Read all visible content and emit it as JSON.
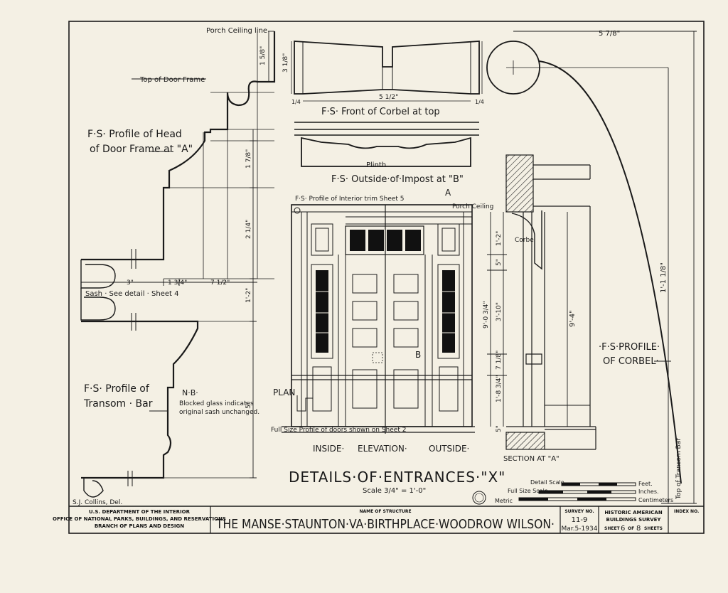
{
  "labels": {
    "porch_ceiling_line": "Porch Ceiling line",
    "top_of_door_frame": "Top of Door Frame",
    "profile_head_1": "F·S· Profile of Head",
    "profile_head_2": "of Door Frame at \"A\"",
    "sash_note": "Sash · See detail · Sheet 4",
    "profile_transom_1": "F·S· Profile of",
    "profile_transom_2": "Transom · Bar",
    "nb_title": "N·B·",
    "nb_line1": "Blocked glass indicates",
    "nb_line2": "original sash unchanged.",
    "front_of_corbel": "F·S· Front of Corbel at top",
    "plinth": "Plinth",
    "outside_impost": "F·S· Outside·of·Impost at \"B\"",
    "interior_trim": "F·S· Profile of Interior trim Sheet 5",
    "mark_a": "A",
    "mark_b": "B",
    "porch_ceiling": "Porch Ceiling",
    "corbel": "Corbel",
    "plan": "PLAN",
    "full_size_doors": "Full Size Profile of doors shown on Sheet 2",
    "inside": "INSIDE·",
    "elevation": "ELEVATION·",
    "outside": "OUTSIDE·",
    "section_at_a": "SECTION AT \"A\"",
    "profile_corbel_1": "·F·S·PROFILE·",
    "profile_corbel_2": "OF CORBEL·",
    "top_of_transom_bar": "Top of Transom Bar",
    "title": "DETAILS·OF·ENTRANCES·\"X\"",
    "scale": "Scale 3/4\" = 1'-0\"",
    "detail_scale": "Detail Scale",
    "full_size_scale": "Full Size Scale",
    "metric": "Metric",
    "feet": "Feet.",
    "inches": "Inches.",
    "centimeters": "Centimeters",
    "delineator": "S.J. Collins, Del."
  },
  "dimensions": {
    "d_1_5_8": "1 5/8\"",
    "d_3": "3\"",
    "d_1_3_4": "1 3/4\"",
    "d_7_1_2": "7 1/2\"",
    "d_1_2": "1'-2\"",
    "d_5": "5\"",
    "d_2_1_4": "2 1/4\"",
    "d_1_7_8": "1 7/8\"",
    "d_5_1_2": "5 1/2\"",
    "d_1_4a": "1/4",
    "d_1_4b": "1/4",
    "d_3_1_8": "3 1/8\"",
    "d_5_7_8": "5 7/8\"",
    "d_1_1_8": "1'-1 1/8\"",
    "d_9_4": "9'-4\"",
    "d_9_0_3_4": "9'-0 3/4\"",
    "d_1_2b": "1'-2\"",
    "d_5b": "5\"",
    "d_3_10": "3'-10\"",
    "d_1_8_3_4": "1'-8 3/4\"",
    "d_5c": "5\"",
    "d_7_1_8": "7 1/8\""
  },
  "title_block": {
    "dept_line1": "U.S. DEPARTMENT OF THE INTERIOR",
    "dept_line2": "OFFICE OF NATIONAL PARKS, BUILDINGS, AND RESERVATIONS",
    "dept_line3": "BRANCH OF PLANS AND DESIGN",
    "name_label": "NAME OF STRUCTURE",
    "structure_name": "THE MANSE·STAUNTON·VA·BIRTHPLACE·WOODROW WILSON·",
    "survey_label": "SURVEY NO.",
    "survey_no": "11-9",
    "date": "Mar.5-1934",
    "habs_line1": "HISTORIC AMERICAN",
    "habs_line2": "BUILDINGS SURVEY",
    "sheet_prefix": "SHEET",
    "sheet_no": "6",
    "sheet_of": "OF",
    "sheet_total": "8",
    "sheet_suffix": "SHEETS",
    "index_label": "INDEX NO."
  }
}
